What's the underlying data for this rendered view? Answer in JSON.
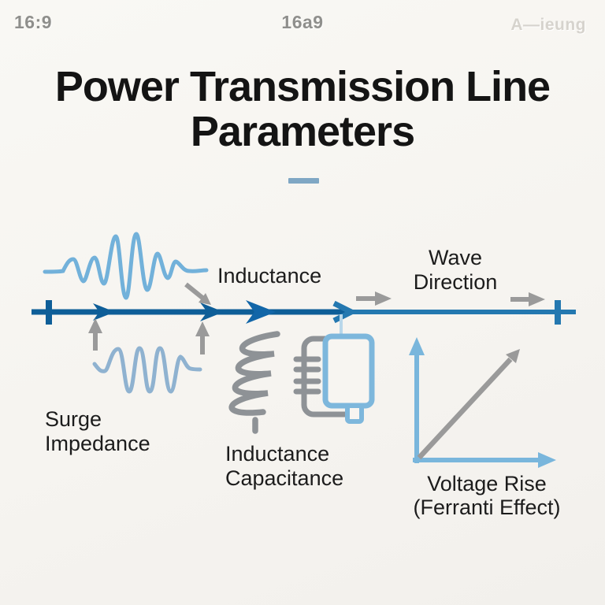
{
  "meta": {
    "left": "16:9",
    "center": "16a9",
    "right": "A—ieung"
  },
  "title": {
    "line1": "Power Transmission Line",
    "line2": "Parameters"
  },
  "labels": {
    "inductance": "Inductance",
    "wave_direction": {
      "line1": "Wave",
      "line2": "Direction"
    },
    "surge_impedance": {
      "line1": "Surge",
      "line2": "Impedance"
    },
    "inductance_capacitance": {
      "line1": "Inductance",
      "line2": "Capacitance"
    },
    "voltage_rise": {
      "line1": "Voltage Rise",
      "line2": "(Ferranti Effect)"
    }
  },
  "icons": {
    "wave_packet": "traveling-wave-packet-icon",
    "surge_wave": "surge-waveform-icon",
    "transmission_line": "transmission-line-with-arrowheads",
    "direction_arrows": "gray-wave-direction-arrows",
    "inductor_coil": "inductor-coil-icon",
    "capacitor": "capacitor-box-icon",
    "voltage_graph": "rising-voltage-graph-icon"
  },
  "colors": {
    "background": "#f6f4f0",
    "title_text": "#141414",
    "label_text": "#1c1c1c",
    "meta_text": "#8f8f8c",
    "meta_text_faint": "#d6d3cd",
    "accent_dash": "#7fa7c4",
    "line_dark_blue": "#0e5e98",
    "line_light_blue": "#2478b0",
    "arrowhead_royal": "#1266a8",
    "wave_blue": "#72b1da",
    "surge_wave_blue": "#8fb2d0",
    "icon_gray": "#8e9296",
    "arrow_gray": "#9a9a9a",
    "capacitor_blue": "#7db7dc",
    "axis_blue": "#79b6dc",
    "connector_blue": "#b9d7ea"
  }
}
